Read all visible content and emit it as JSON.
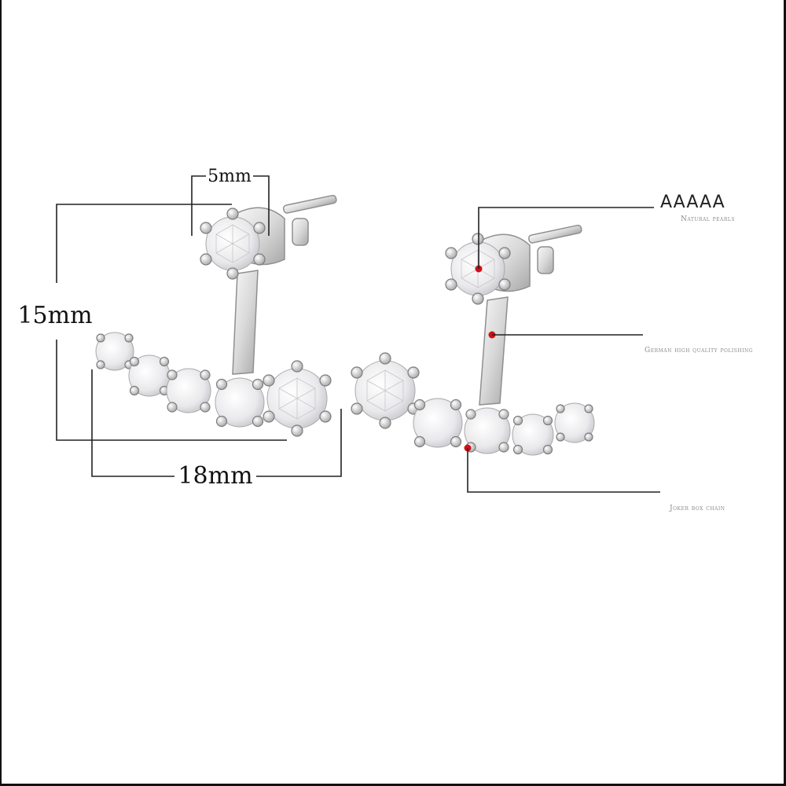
{
  "labels": {
    "top_width": "5mm",
    "height": "15mm",
    "bottom_width": "18mm",
    "grade": "AAAAA",
    "callout_1": "Natural pearls",
    "callout_2": "German high quality polishing",
    "callout_3": "Joker box chain"
  },
  "colors": {
    "background": "#ffffff",
    "line": "#222222",
    "callout_dot": "#d10f16",
    "callout_text": "#8a8a8a"
  }
}
